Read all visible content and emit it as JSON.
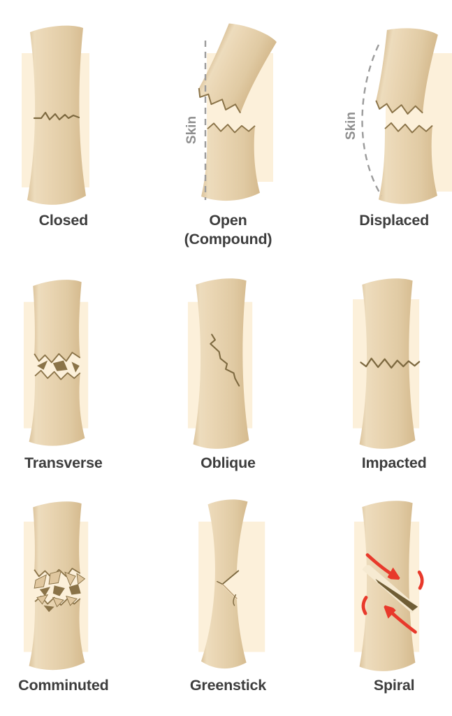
{
  "cells": [
    {
      "id": "closed",
      "label": "Closed"
    },
    {
      "id": "open",
      "label": "Open",
      "label2": "(Compound)",
      "annotation": "Skin"
    },
    {
      "id": "displaced",
      "label": "Displaced",
      "annotation": "Skin"
    },
    {
      "id": "transverse",
      "label": "Transverse"
    },
    {
      "id": "oblique",
      "label": "Oblique"
    },
    {
      "id": "impacted",
      "label": "Impacted"
    },
    {
      "id": "comminuted",
      "label": "Comminuted"
    },
    {
      "id": "greenstick",
      "label": "Greenstick"
    },
    {
      "id": "spiral",
      "label": "Spiral"
    }
  ],
  "colors": {
    "bone_light": "#eddcbd",
    "bone_mid": "#e3cda8",
    "bone_dark": "#d5ba8e",
    "bone_shadow": "#8a7348",
    "crack_line": "#7d6940",
    "soft_tissue_backdrop": "#fcf0da",
    "label_text": "#3d3d3d",
    "skin_dash_line": "#9b9b9b",
    "skin_text": "#8e8e8e",
    "arrow_red": "#e8392b",
    "background": "#ffffff"
  }
}
